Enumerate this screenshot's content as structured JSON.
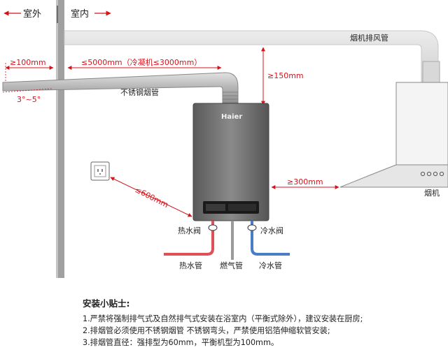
{
  "labels": {
    "outdoor": "室外",
    "indoor": "室内",
    "exhaust_duct": "烟机排风管",
    "dist_100": "≥100mm",
    "dist_5000": "≤5000mm（冷凝机≤3000mm）",
    "slope": "3°~5°",
    "steel_pipe": "不锈钢烟管",
    "dist_150": "≥150mm",
    "brand": "Haier",
    "dist_600": "≤600mm",
    "dist_300": "≥300mm",
    "range_hood": "烟机",
    "hot_valve": "热水阀",
    "cold_valve": "冷水阀",
    "hot_pipe": "热水管",
    "gas_pipe": "燃气管",
    "cold_pipe": "冷水管"
  },
  "tips": {
    "title": "安装小贴士:",
    "lines": [
      "1.严禁将强制排气式及自然排气式安装在浴室内（平衡式除外），建议安装在厨房;",
      "2.排烟管必须使用不锈钢烟管 不锈钢弯头，严禁使用铝箔伸缩软管安装;",
      "3.排烟管直径：强排型为60mm，平衡机型为100mm。"
    ]
  },
  "colors": {
    "annotation": "#d4141c",
    "hot": "#e05058",
    "cold": "#4a7cc8",
    "wall": "#9a9a9a",
    "heater_body": "#6e6e6e"
  }
}
